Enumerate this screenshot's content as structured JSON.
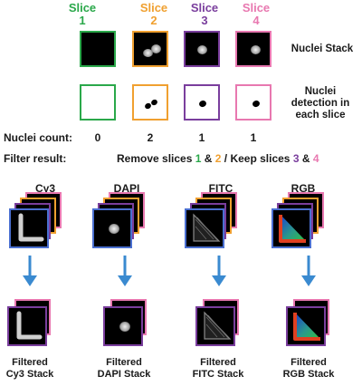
{
  "slices": [
    {
      "label": "Slice",
      "num": "1",
      "color": "#2aa84a",
      "count": "0"
    },
    {
      "label": "Slice",
      "num": "2",
      "color": "#f0a030",
      "count": "2"
    },
    {
      "label": "Slice",
      "num": "3",
      "color": "#7a3e9d",
      "count": "1"
    },
    {
      "label": "Slice",
      "num": "4",
      "color": "#e878b0",
      "count": "1"
    }
  ],
  "row_labels": {
    "stack": "Nuclei Stack",
    "detection_1": "Nuclei",
    "detection_2": "detection in",
    "detection_3": "each slice"
  },
  "nuclei_count_label": "Nuclei count:",
  "filter": {
    "label": "Filter result:",
    "part1": "Remove slices ",
    "n1": "1",
    "amp1": " & ",
    "n2": "2",
    "part2": " / Keep slices ",
    "n3": "3",
    "amp2": " & ",
    "n4": "4"
  },
  "channels": [
    {
      "title": "Cy3",
      "caption1": "Filtered",
      "caption2": "Cy3 Stack",
      "type": "cy3"
    },
    {
      "title": "DAPI",
      "caption1": "Filtered",
      "caption2": "DAPI Stack",
      "type": "dapi"
    },
    {
      "title": "FITC",
      "caption1": "Filtered",
      "caption2": "FITC Stack",
      "type": "fitc"
    },
    {
      "title": "RGB",
      "caption1": "Filtered",
      "caption2": "RGB Stack",
      "type": "rgb"
    }
  ],
  "colors": {
    "arrow": "#3a8ad0",
    "green": "#2aa84a",
    "orange": "#f0a030",
    "purple": "#7a3e9d",
    "pink": "#e878b0",
    "blue_frame": "#4a6fd0"
  }
}
